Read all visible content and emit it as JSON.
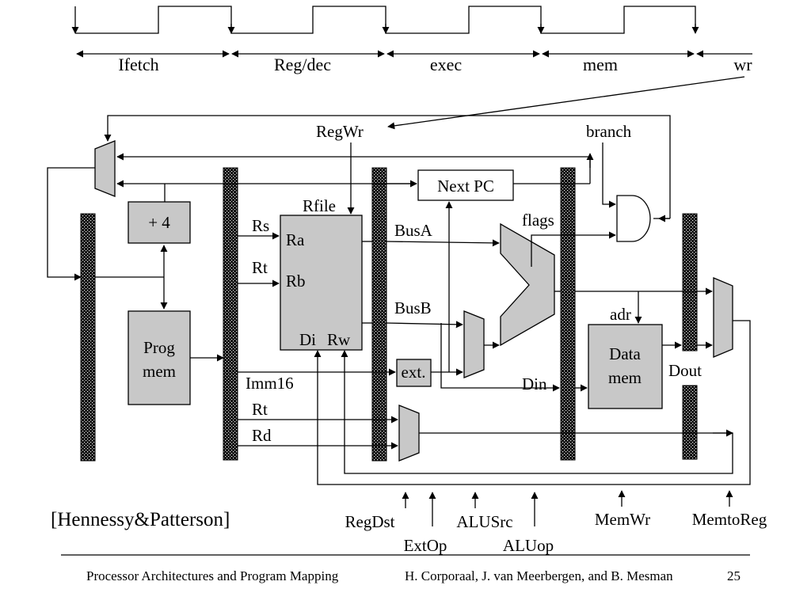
{
  "stages": [
    "Ifetch",
    "Reg/dec",
    "exec",
    "mem",
    "wr"
  ],
  "control_inputs": {
    "regwr": "RegWr",
    "branch": "branch"
  },
  "blocks": {
    "next_pc": "Next PC",
    "plus4": "+ 4",
    "prog_mem_line1": "Prog",
    "prog_mem_line2": "mem",
    "rfile": "Rfile",
    "ra": "Ra",
    "rb": "Rb",
    "di": "Di",
    "rw": "Rw",
    "ext": "ext.",
    "data_mem_line1": "Data",
    "data_mem_line2": "mem"
  },
  "signals": {
    "rs": "Rs",
    "rt1": "Rt",
    "imm16": "Imm16",
    "rt2": "Rt",
    "rd": "Rd",
    "busa": "BusA",
    "busb": "BusB",
    "flags": "flags",
    "din": "Din",
    "adr": "adr",
    "dout": "Dout"
  },
  "control_labels": [
    "RegDst",
    "ExtOp",
    "ALUSrc",
    "ALUop",
    "MemWr",
    "MemtoReg"
  ],
  "citation": "[Hennessy&Patterson]",
  "footer": {
    "course": "Processor Architectures and Program Mapping",
    "authors": "H. Corporaal,  J. van Meerbergen, and B. Mesman",
    "page": "25"
  }
}
